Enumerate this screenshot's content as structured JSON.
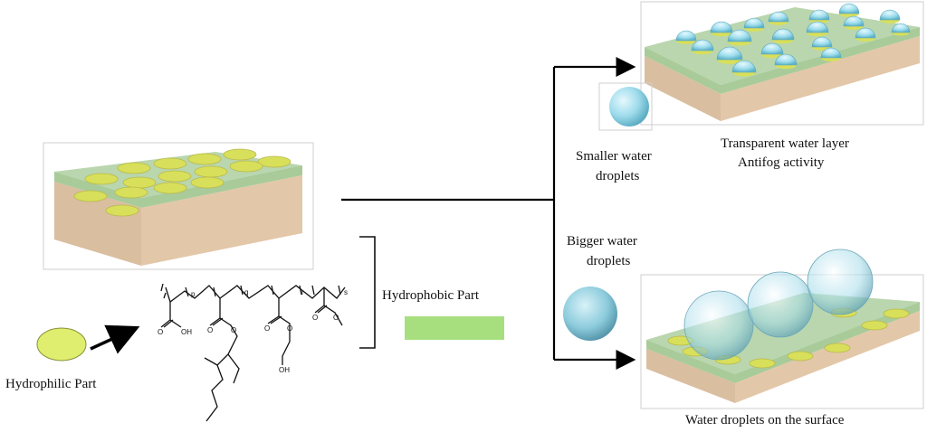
{
  "labels": {
    "hydrophilic_part": "Hydrophilic Part",
    "hydrophobic_part": "Hydrophobic Part",
    "smaller_line1": "Smaller water",
    "smaller_line2": "droplets",
    "transparent_line1": "Transparent water layer",
    "transparent_line2": "Antifog activity",
    "bigger_line1": "Bigger water",
    "bigger_line2": "droplets",
    "water_surface": "Water droplets on the surface"
  },
  "chem": {
    "subscripts": [
      "p",
      "q",
      "r",
      "s"
    ],
    "groups": [
      "O",
      "OH",
      "O",
      "O",
      "O",
      "O",
      "O",
      "OH",
      "O"
    ]
  },
  "colors": {
    "slab_top": "#b9d6ae",
    "slab_front": "#e3c7a9",
    "slab_green_band": "#a9cb9a",
    "hydrophilic_dot": "#d8df5a",
    "hydrophilic_oval": "#dfee6e",
    "hydrophobic_bar": "#a8df7e",
    "droplet": "#8fd3e6",
    "droplet_dark": "#7bc0d2"
  },
  "icons": {
    "arrow": "arrow-icon",
    "droplet": "water-droplet-icon"
  }
}
